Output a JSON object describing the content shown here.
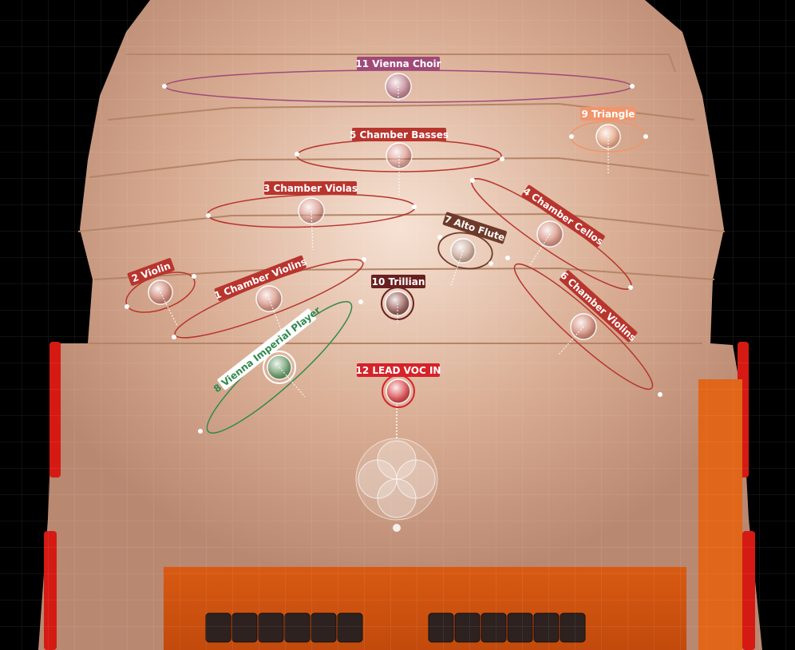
{
  "colors": {
    "background": "#000000",
    "stage_floor": "#d8ab92",
    "stage_center_glow": "#f3dccd",
    "audience_area": "#e36a1e",
    "wall_rail": "#e0201a",
    "grid": "#ffffff"
  },
  "listener": {
    "icon": "listener-head-icon"
  },
  "sources": [
    {
      "id": "11",
      "label": "11 Vienna Choir",
      "color": "#a04a78"
    },
    {
      "id": "9",
      "label": "9 Triangle",
      "color": "#f0956c"
    },
    {
      "id": "5",
      "label": "5 Chamber Basses",
      "color": "#b8352e"
    },
    {
      "id": "3",
      "label": "3 Chamber Violas",
      "color": "#b8352e"
    },
    {
      "id": "4",
      "label": "4 Chamber Cellos",
      "color": "#b8352e"
    },
    {
      "id": "7",
      "label": "7 Alto Flute",
      "color": "#6e3a2a"
    },
    {
      "id": "2",
      "label": "2 Violin",
      "color": "#b8352e"
    },
    {
      "id": "1",
      "label": "1 Chamber Violins",
      "color": "#b8352e"
    },
    {
      "id": "10",
      "label": "10 Trillian",
      "color": "#6a1f1f"
    },
    {
      "id": "6",
      "label": "6 Chamber Violins",
      "color": "#b8352e"
    },
    {
      "id": "8",
      "label": "8 Vienna Imperial Player",
      "color": "#2f8a4e"
    },
    {
      "id": "12",
      "label": "12 LEAD VOC IN",
      "color": "#d5232a"
    }
  ]
}
